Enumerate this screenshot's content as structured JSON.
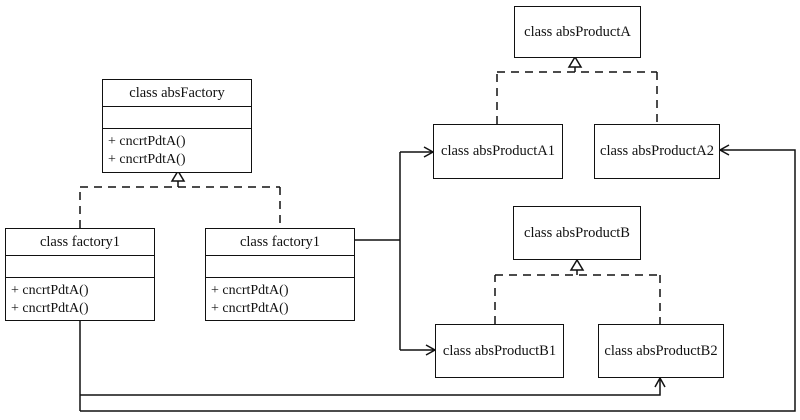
{
  "abs_factory": {
    "name": "class absFactory",
    "operations": [
      "+ cncrtPdtA()",
      "+ cncrtPdtA()"
    ]
  },
  "factories": [
    {
      "name": "class factory1",
      "operations": [
        "+ cncrtPdtA()",
        "+ cncrtPdtA()"
      ]
    },
    {
      "name": "class factory1",
      "operations": [
        "+ cncrtPdtA()",
        "+ cncrtPdtA()"
      ]
    }
  ],
  "products": {
    "abs_a": "class absProductA",
    "a1": "class absProductA1",
    "a2": "class absProductA2",
    "abs_b": "class absProductB",
    "b1": "class absProductB1",
    "b2": "class absProductB2"
  }
}
